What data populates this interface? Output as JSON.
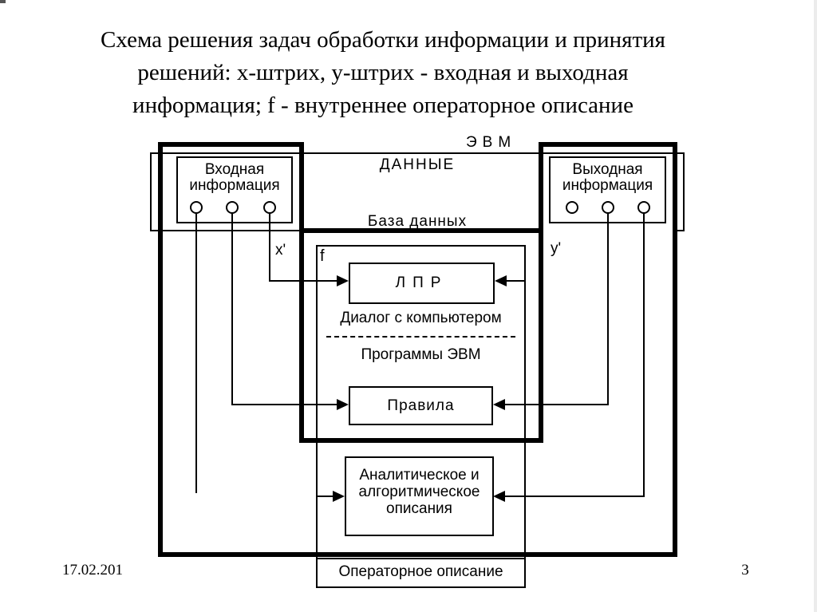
{
  "slide": {
    "title_lines": [
      "Схема решения задач обработки информации и принятия",
      "решений: х-штрих, у-штрих - входная и выходная",
      "информация; f - внутреннее операторное описание"
    ],
    "footer": {
      "date": "17.02.201",
      "page": "3"
    }
  },
  "diagram": {
    "computer_label": "ЭВМ",
    "data_label": "ДАННЫЕ",
    "database_label": "База данных",
    "input_info_label": "Входная информация",
    "output_info_label": "Выходная информация",
    "x_prime_label": "х'",
    "y_prime_label": "у'",
    "f_label": "f",
    "decision_maker_label": "ЛПР",
    "dialog_label": "Диалог с компьютером",
    "programs_label": "Программы ЭВМ",
    "rules_label": "Правила",
    "analytic_label": "Аналитическое и алгоритмическое описания",
    "operator_label": "Операторное описание"
  },
  "colors": {
    "ink": "#000000",
    "background": "#ffffff"
  }
}
